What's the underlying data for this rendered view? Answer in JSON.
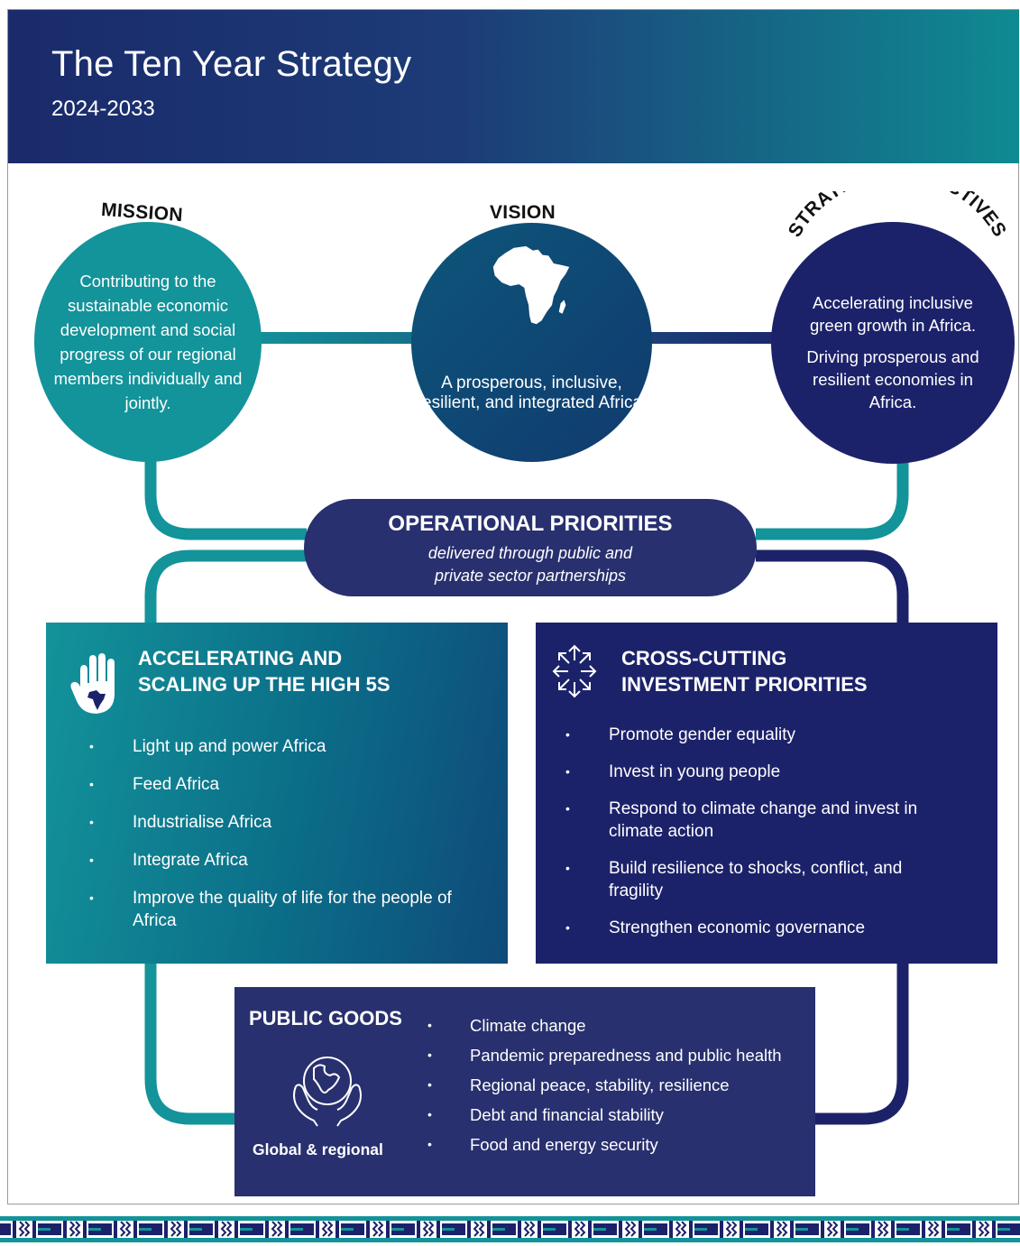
{
  "header": {
    "title": "The Ten Year Strategy",
    "years": "2024-2033"
  },
  "mission": {
    "label": "MISSION",
    "text": "Contributing to the sustainable economic development and social progress of our regional members individually and jointly."
  },
  "vision": {
    "label": "VISION",
    "text": "A prosperous, inclusive, resilient, and integrated Africa."
  },
  "strategic_objectives": {
    "label": "STRATEGIC OBJECTIVES",
    "items": [
      "Accelerating inclusive green growth in Africa.",
      "Driving prosperous and resilient economies in Africa."
    ]
  },
  "operational_priorities": {
    "title": "OPERATIONAL PRIORITIES",
    "subtitle_line1": "delivered through public and",
    "subtitle_line2": "private sector partnerships"
  },
  "high5": {
    "title_line1": "ACCELERATING AND",
    "title_line2": "SCALING UP THE HIGH 5S",
    "items": [
      "Light up and power Africa",
      "Feed Africa",
      "Industrialise Africa",
      "Integrate Africa",
      "Improve the quality of life for the people of Africa"
    ]
  },
  "cross_cutting": {
    "title_line1": "CROSS-CUTTING",
    "title_line2": "INVESTMENT PRIORITIES",
    "items": [
      "Promote gender equality",
      "Invest in young people",
      "Respond to climate change and invest in climate action",
      "Build resilience to shocks, conflict, and fragility",
      "Strengthen economic governance"
    ]
  },
  "public_goods": {
    "title": "PUBLIC GOODS",
    "subtitle": "Global & regional",
    "items": [
      "Climate change",
      "Pandemic preparedness and public health",
      "Regional peace, stability, resilience",
      "Debt and financial stability",
      "Food and energy security"
    ]
  },
  "icons": [
    "hand-africa-icon",
    "africa-map-icon",
    "arrows-circle-icon",
    "globe-hands-icon"
  ],
  "colors": {
    "navy": "#1c226a",
    "teal": "#13939a",
    "indigo": "#28306f",
    "blue": "#103a6e"
  }
}
